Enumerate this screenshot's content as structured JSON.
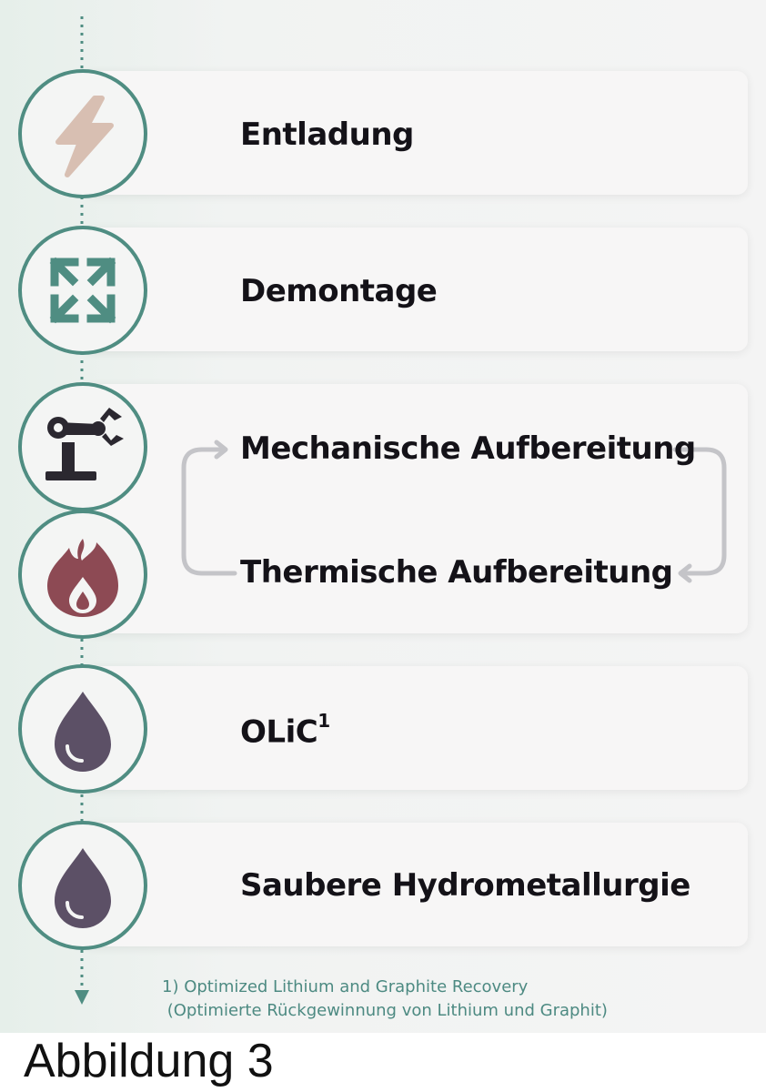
{
  "steps": [
    {
      "label": "Entladung",
      "icon": "lightning-icon"
    },
    {
      "label": "Demontage",
      "icon": "expand-arrows-icon"
    },
    {
      "label": "Mechanische Aufbereitung",
      "icon": "robot-arm-icon"
    },
    {
      "label": "Thermische Aufbereitung",
      "icon": "flame-icon"
    },
    {
      "label": "OLiC",
      "superscript": "1",
      "icon": "droplet-icon"
    },
    {
      "label": "Saubere Hydrometallurgie",
      "icon": "droplet-icon"
    }
  ],
  "footnote": {
    "line1": "1) Optimized Lithium and Graphite Recovery",
    "line2": "(Optimierte Rückgewinnung von Lithium und Graphit)"
  },
  "caption": "Abbildung 3",
  "colors": {
    "accent_teal": "#4f8d82",
    "lightning": "#d8bfb2",
    "flame": "#8d4a54",
    "droplet": "#5c5066",
    "robot": "#2b2830",
    "cycle_arrow": "#c4c4c8",
    "text": "#141218"
  }
}
